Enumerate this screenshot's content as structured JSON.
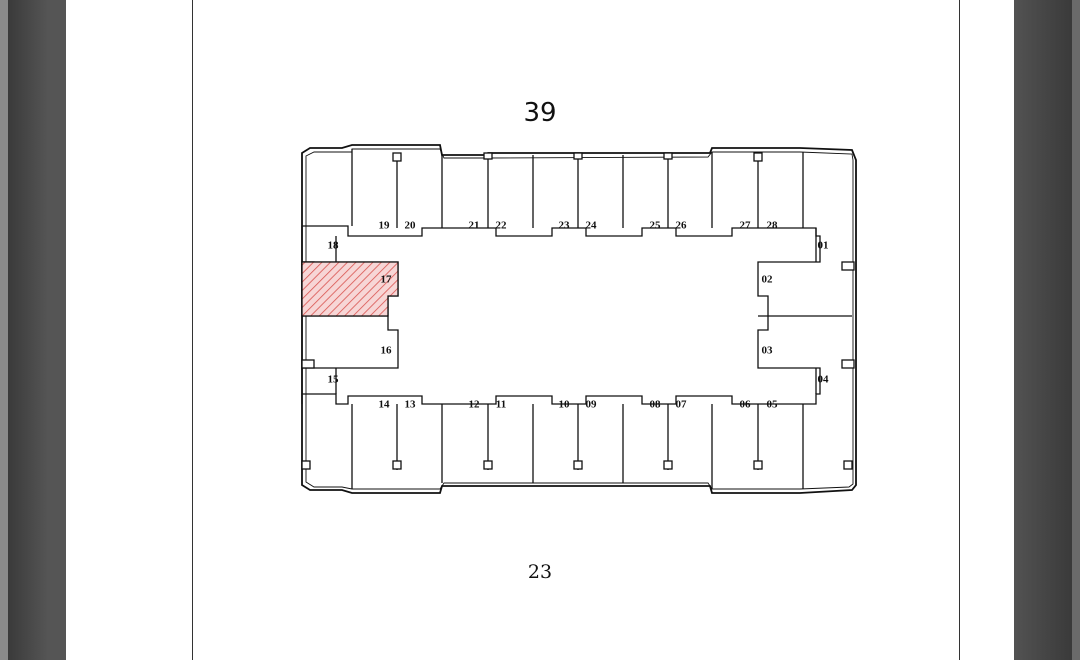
{
  "floor": {
    "number": "39"
  },
  "page": {
    "number": "23"
  },
  "floorplan": {
    "highlight_color": "#d9534f",
    "highlighted_unit": "17",
    "units": [
      {
        "id": "01"
      },
      {
        "id": "02"
      },
      {
        "id": "03"
      },
      {
        "id": "04"
      },
      {
        "id": "05"
      },
      {
        "id": "06"
      },
      {
        "id": "07"
      },
      {
        "id": "08"
      },
      {
        "id": "09"
      },
      {
        "id": "10"
      },
      {
        "id": "11"
      },
      {
        "id": "12"
      },
      {
        "id": "13"
      },
      {
        "id": "14"
      },
      {
        "id": "15"
      },
      {
        "id": "16"
      },
      {
        "id": "17"
      },
      {
        "id": "18"
      },
      {
        "id": "19"
      },
      {
        "id": "20"
      },
      {
        "id": "21"
      },
      {
        "id": "22"
      },
      {
        "id": "23"
      },
      {
        "id": "24"
      },
      {
        "id": "25"
      },
      {
        "id": "26"
      },
      {
        "id": "27"
      },
      {
        "id": "28"
      }
    ]
  }
}
